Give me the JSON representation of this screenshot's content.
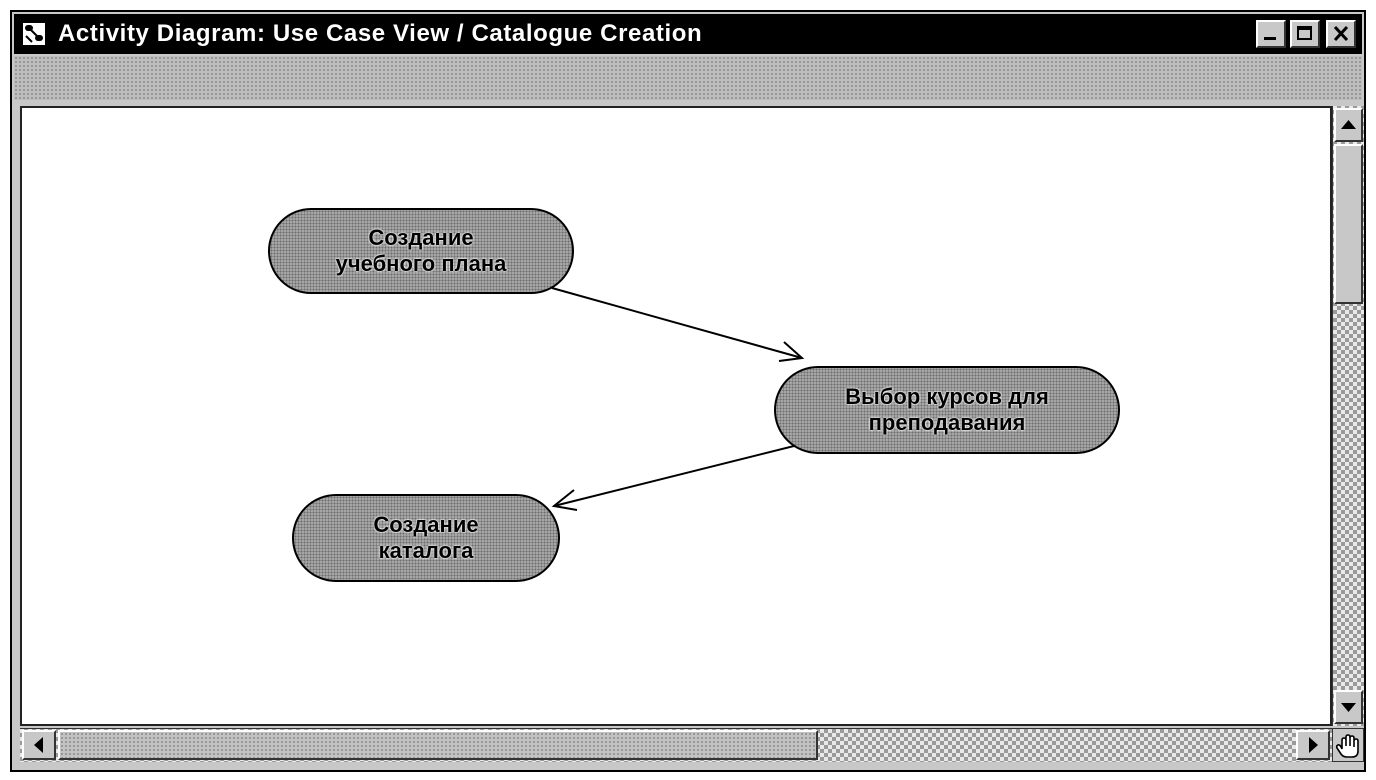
{
  "window": {
    "title": "Activity Diagram: Use Case View / Catalogue Creation",
    "icon": "activity-diagram-icon",
    "controls": [
      "minimize-icon",
      "maximize-icon",
      "close-icon"
    ]
  },
  "diagram": {
    "activities": [
      {
        "id": "curriculum",
        "lines": [
          "Создание",
          "учебного плана"
        ]
      },
      {
        "id": "course-selection",
        "lines": [
          "Выбор курсов для",
          "преподавания"
        ]
      },
      {
        "id": "catalogue",
        "lines": [
          "Создание",
          "каталога"
        ]
      }
    ],
    "transitions": [
      {
        "from": "curriculum",
        "to": "course-selection"
      },
      {
        "from": "course-selection",
        "to": "catalogue"
      }
    ]
  },
  "scrollbars": {
    "vertical": {
      "icons": [
        "arrow-up-icon",
        "arrow-down-icon"
      ]
    },
    "horizontal": {
      "icons": [
        "arrow-left-icon",
        "arrow-right-icon"
      ]
    },
    "corner_icon": "hand-cursor-icon"
  }
}
